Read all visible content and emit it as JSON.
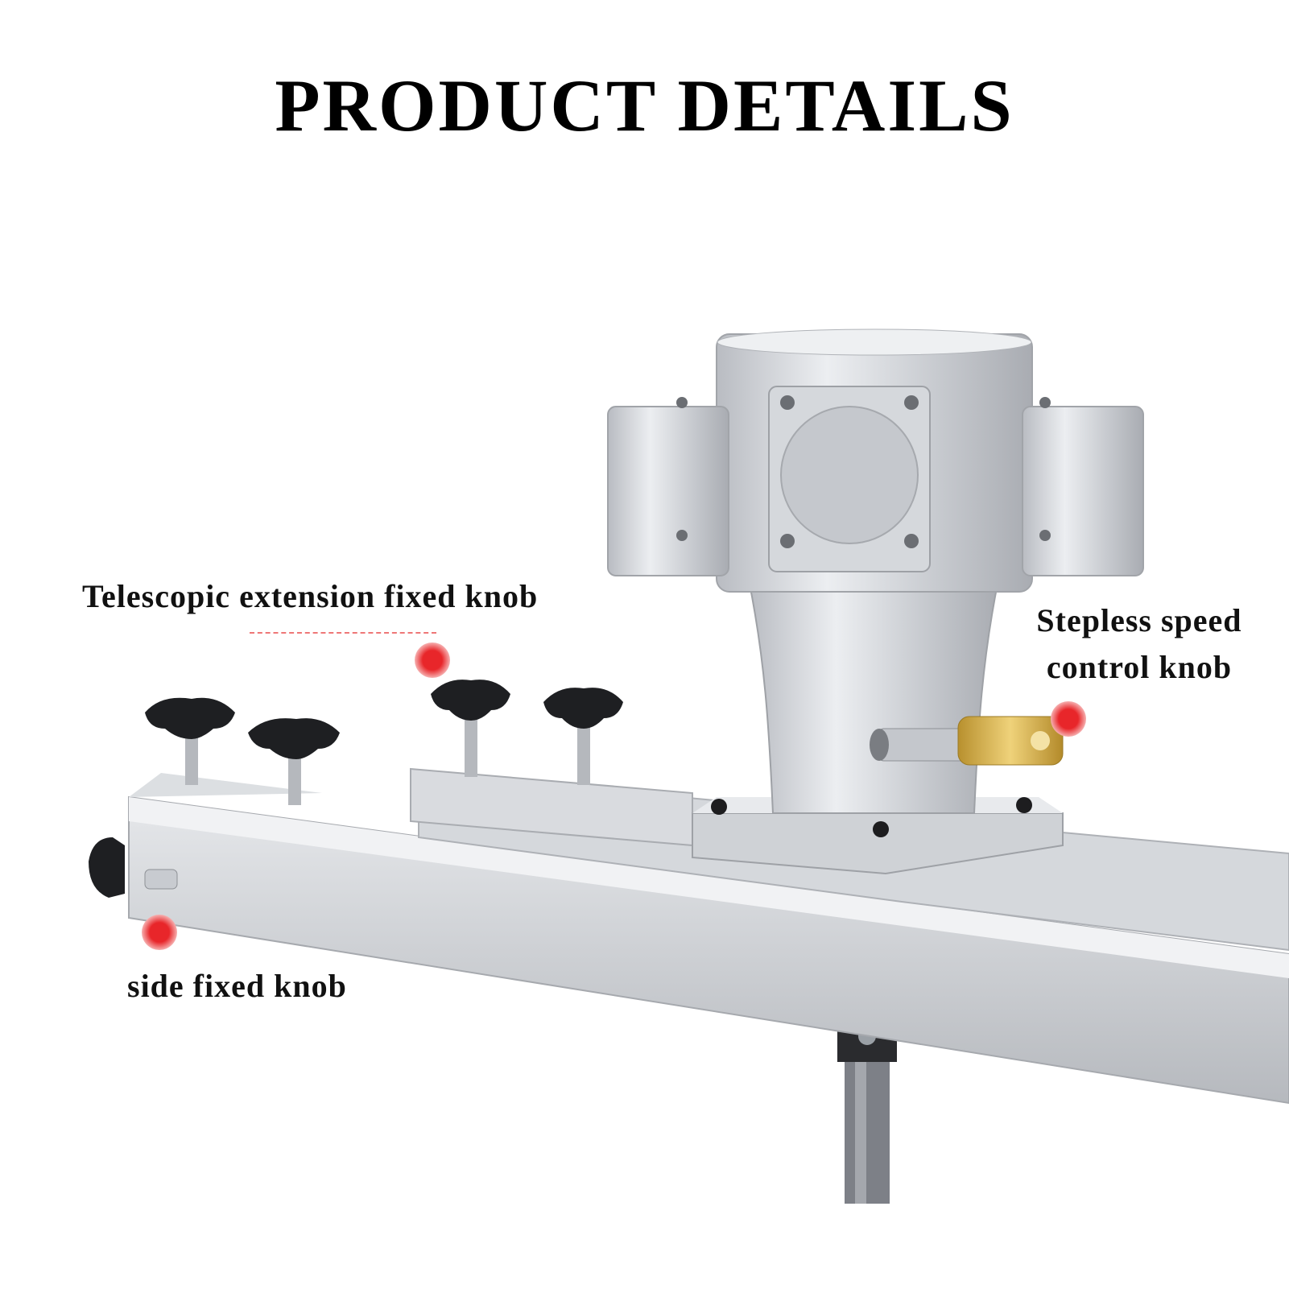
{
  "title": "PRODUCT DETAILS",
  "callouts": {
    "telescopic": "Telescopic extension fixed knob",
    "speed_line1": "Stepless speed",
    "speed_line2": "control knob",
    "side": "side fixed knob"
  },
  "colors": {
    "marker": "#e8262a",
    "aluminum": "#c9ccd1",
    "knob": "#1e1f22",
    "brass": "#d6b14a"
  }
}
